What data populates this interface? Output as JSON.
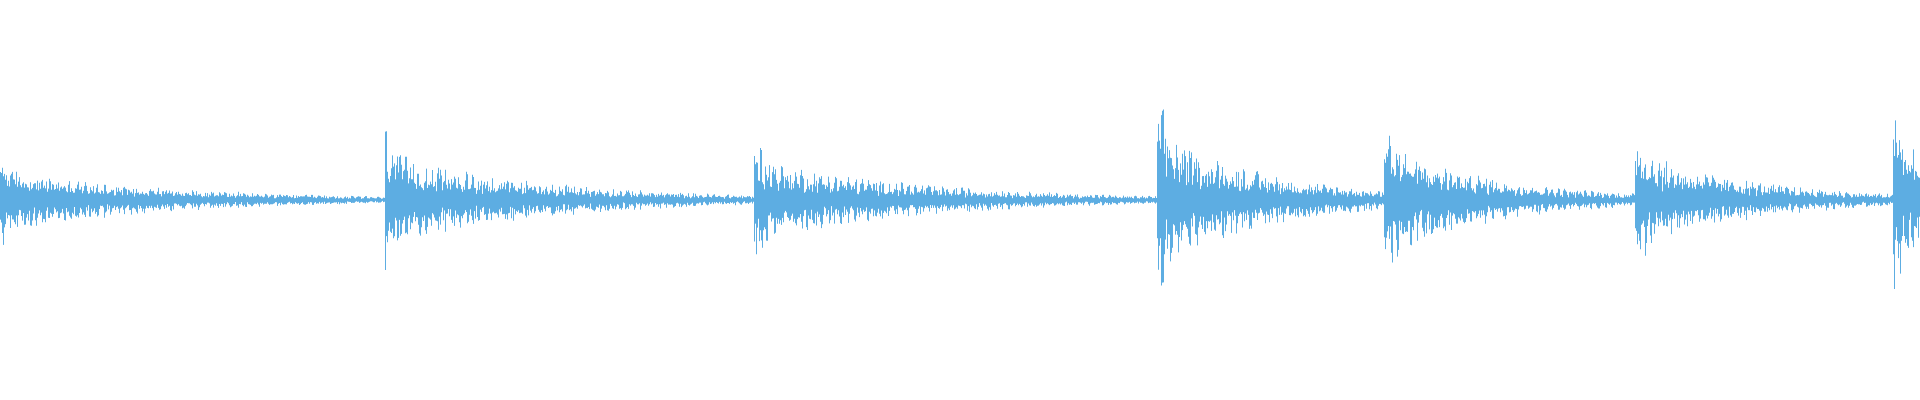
{
  "waveform": {
    "color": "#5dade2",
    "background": "#ffffff",
    "baseline_amplitude": 0.012,
    "bursts": [
      {
        "position": 0.0,
        "peak": 0.3,
        "decay": 0.09
      },
      {
        "position": 0.202,
        "peak": 0.42,
        "decay": 0.085
      },
      {
        "position": 0.394,
        "peak": 0.38,
        "decay": 0.09
      },
      {
        "position": 0.604,
        "peak": 0.62,
        "decay": 0.06
      },
      {
        "position": 0.722,
        "peak": 0.52,
        "decay": 0.06
      },
      {
        "position": 0.853,
        "peak": 0.44,
        "decay": 0.065
      },
      {
        "position": 0.987,
        "peak": 0.55,
        "decay": 0.05
      }
    ]
  }
}
